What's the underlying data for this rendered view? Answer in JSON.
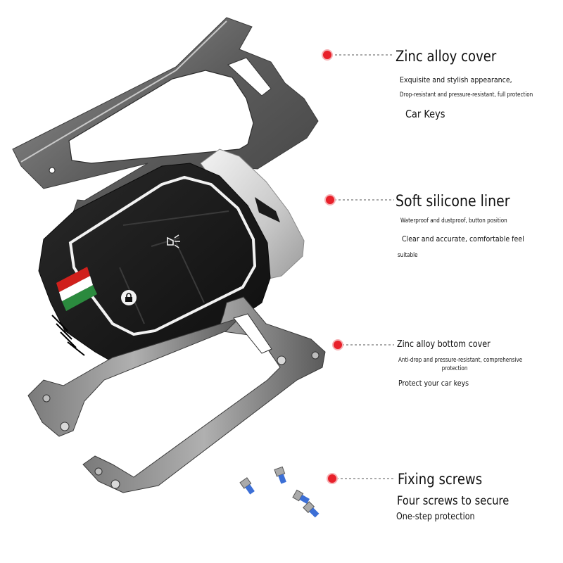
{
  "callouts": [
    {
      "title": "Zinc alloy cover",
      "line1": "Exquisite and stylish appearance,",
      "line2": "Drop-resistant and pressure-resistant, full protection",
      "line3": "Car Keys"
    },
    {
      "title": "Soft silicone liner",
      "line1": "Waterproof and dustproof, button position",
      "line2": "Clear and accurate, comfortable feel",
      "line3": "suitable"
    },
    {
      "title": "Zinc alloy bottom cover",
      "line1": "Anti-drop and pressure-resistant, comprehensive",
      "line2": "protection",
      "line3": "Protect your car keys"
    },
    {
      "title": "Fixing screws",
      "line1": "Four screws to secure",
      "line2": "One-step protection"
    }
  ],
  "colors": {
    "dot": "#e8202a",
    "metal": "#6b6b6b",
    "silicone": "#1c1c1c",
    "flag_red": "#d0201c",
    "flag_green": "#2b8a3e",
    "screw_blue": "#3c6fd6"
  },
  "icons": [
    "lock-icon",
    "flashlight-icon"
  ]
}
